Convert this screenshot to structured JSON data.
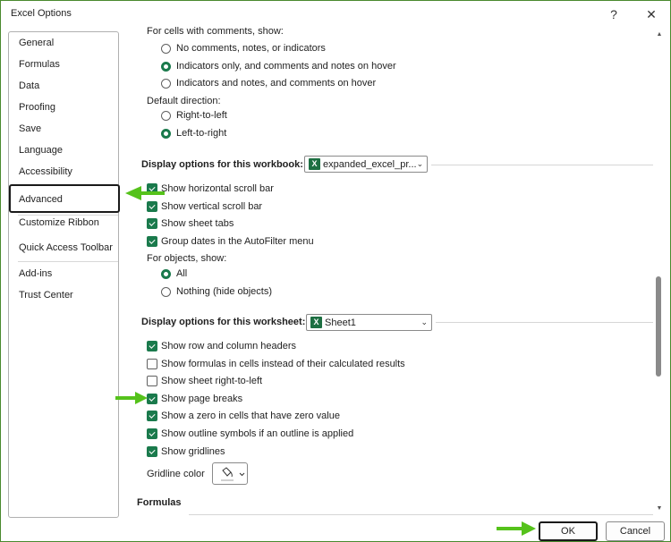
{
  "window": {
    "title": "Excel Options",
    "help_glyph": "?",
    "close_glyph": "✕"
  },
  "nav": {
    "items": [
      {
        "label": "General"
      },
      {
        "label": "Formulas"
      },
      {
        "label": "Data"
      },
      {
        "label": "Proofing"
      },
      {
        "label": "Save"
      },
      {
        "label": "Language"
      },
      {
        "label": "Accessibility"
      },
      {
        "label": "Advanced",
        "selected": true
      },
      {
        "label": "Customize Ribbon"
      },
      {
        "label": "Quick Access Toolbar"
      },
      {
        "label": "Add-ins"
      },
      {
        "label": "Trust Center"
      }
    ]
  },
  "comments": {
    "heading": "For cells with comments, show:",
    "options": [
      {
        "label": "No comments, notes, or indicators",
        "selected": false
      },
      {
        "label": "Indicators only, and comments and notes on hover",
        "selected": true
      },
      {
        "label": "Indicators and notes, and comments on hover",
        "selected": false
      }
    ]
  },
  "direction": {
    "heading": "Default direction:",
    "options": [
      {
        "label": "Right-to-left",
        "selected": false
      },
      {
        "label": "Left-to-right",
        "selected": true
      }
    ]
  },
  "workbook": {
    "heading": "Display options for this workbook:",
    "dropdown_value": "expanded_excel_pr...",
    "options": [
      {
        "label": "Show horizontal scroll bar",
        "checked": true
      },
      {
        "label": "Show vertical scroll bar",
        "checked": true
      },
      {
        "label": "Show sheet tabs",
        "checked": true
      },
      {
        "label": "Group dates in the AutoFilter menu",
        "checked": true
      }
    ],
    "objects_heading": "For objects, show:",
    "objects_options": [
      {
        "label": "All",
        "selected": true
      },
      {
        "label": "Nothing (hide objects)",
        "selected": false
      }
    ]
  },
  "worksheet": {
    "heading": "Display options for this worksheet:",
    "dropdown_value": "Sheet1",
    "options": [
      {
        "label": "Show row and column headers",
        "checked": true
      },
      {
        "label": "Show formulas in cells instead of their calculated results",
        "checked": false
      },
      {
        "label": "Show sheet right-to-left",
        "checked": false
      },
      {
        "label": "Show page breaks",
        "checked": true
      },
      {
        "label": "Show a zero in cells that have zero value",
        "checked": true
      },
      {
        "label": "Show outline symbols if an outline is applied",
        "checked": true
      },
      {
        "label": "Show gridlines",
        "checked": true
      }
    ],
    "gridline_color_label": "Gridline color"
  },
  "formulas_heading": "Formulas",
  "buttons": {
    "ok": "OK",
    "cancel": "Cancel"
  },
  "colors": {
    "accent": "#1a7a4c",
    "annotation_arrow": "#55c21b"
  },
  "icons": {
    "dropdown_chevron": "⌄",
    "paint_bucket": "paint-bucket-icon",
    "excel_sheet": "excel-icon"
  }
}
